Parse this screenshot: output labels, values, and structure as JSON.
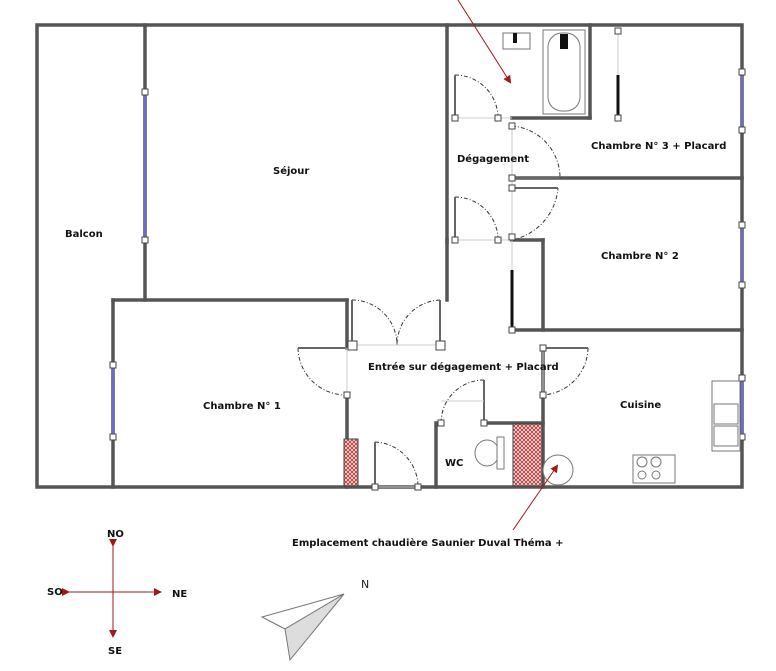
{
  "rooms": {
    "balcon": "Balcon",
    "sejour": "Séjour",
    "degagement": "Dégagement",
    "chambre3": "Chambre N° 3 + Placard",
    "chambre2": "Chambre N° 2",
    "chambre1": "Chambre N° 1",
    "entree": "Entrée sur dégagement + Placard",
    "cuisine": "Cuisine",
    "wc": "WC"
  },
  "annotations": {
    "boiler": "Emplacement chaudière Saunier Duval Théma +"
  },
  "compass": {
    "north_west": "NO",
    "south_west": "SO",
    "north_east": "NE",
    "south_east": "SE",
    "north": "N"
  },
  "colors": {
    "walls": "#555555",
    "windows": "#6a6ad8",
    "arrows": "#a01818",
    "hatch": "#b03030"
  }
}
